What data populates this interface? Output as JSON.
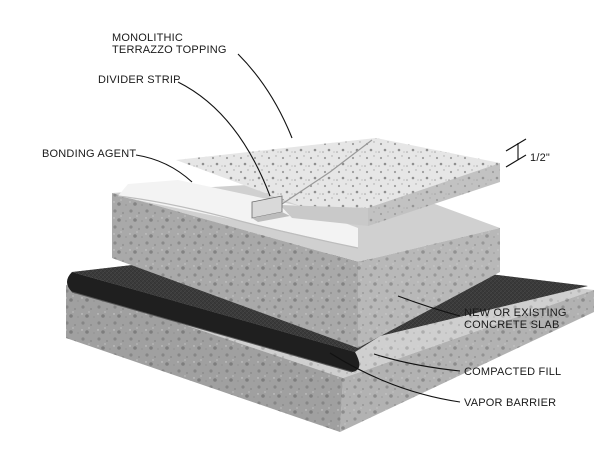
{
  "labels": {
    "topping_line1": "MONOLITHIC",
    "topping_line2": "TERRAZZO TOPPING",
    "divider_strip": "DIVIDER STRIP",
    "bonding_agent": "BONDING AGENT",
    "thickness": "1/2\"",
    "slab_line1": "NEW OR EXISTING",
    "slab_line2": "CONCRETE SLAB",
    "compacted_fill": "COMPACTED FILL",
    "vapor_barrier": "VAPOR BARRIER"
  },
  "colors": {
    "terrazzo_top": "#e6e6e6",
    "terrazzo_front": "#c9c9c9",
    "bonding_agent": "#f3f3f3",
    "slab_top": "#d0d0d0",
    "slab_front": "#a9a9a9",
    "slab_side": "#b8b8b8",
    "vapor_barrier": "#3a3a3a",
    "fill_top": "#cfcfcf",
    "fill_front": "#a0a0a0",
    "fill_side": "#b2b2b2",
    "text": "#1a1a1a"
  }
}
